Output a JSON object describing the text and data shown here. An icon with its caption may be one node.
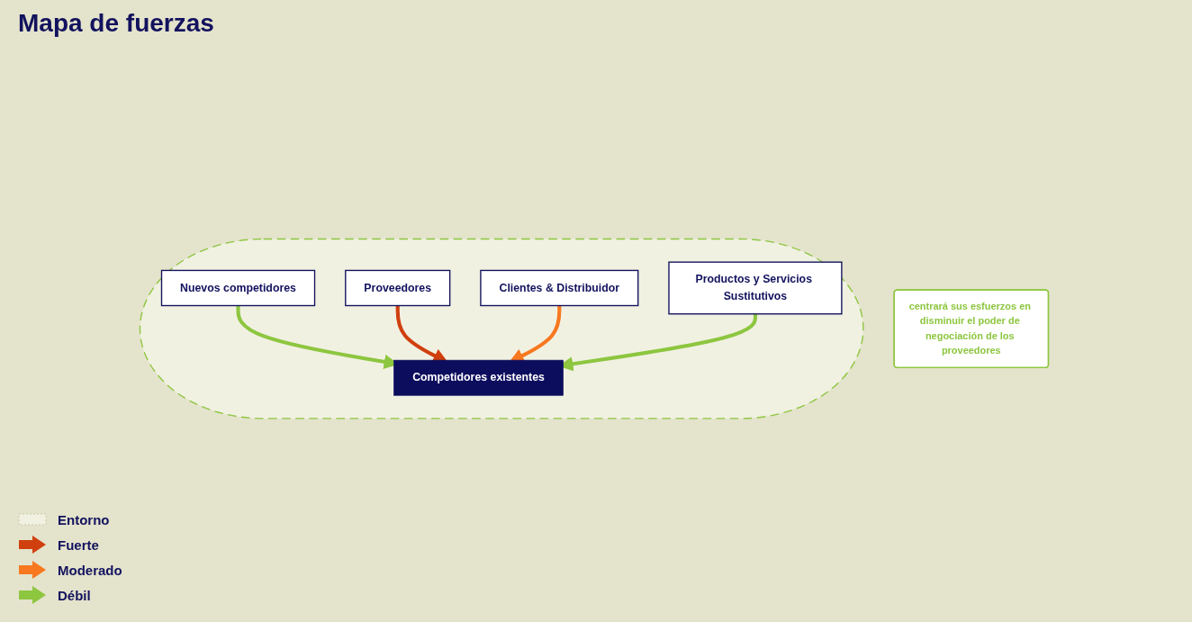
{
  "diagram": {
    "title": "Mapa de fuerzas",
    "nodes": [
      {
        "text": [
          "centrará sus esfuerzos en disminuir el poder de negociación de los proveedores"
        ]
      },
      {
        "text": [],
        "shape": "ellipse"
      },
      {
        "text": [
          "Nuevos competidores"
        ],
        "in": 1
      },
      {
        "text": [
          "Proveedores"
        ],
        "in": 1
      },
      {
        "text": [
          "Competidores existentes"
        ],
        "in": 1
      },
      {
        "text": [
          "Clientes & Distribuidor"
        ],
        "in": 1
      },
      {
        "text": [
          "Productos y Servicios Sustitutivos"
        ],
        "in": 1
      }
    ],
    "edges": [
      {
        "from": 2,
        "to": 4,
        "arrow": "to",
        "color": "#8dc63f"
      },
      {
        "from": 3,
        "to": 4,
        "arrow": "to",
        "color": "#d0400f"
      },
      {
        "from": 5,
        "to": 4,
        "arrow": "to",
        "color": "#f7781f"
      },
      {
        "from": 6,
        "to": 4,
        "arrow": "to",
        "color": "#8dc63f"
      }
    ],
    "legend": [
      {
        "text": "Entorno"
      },
      {
        "text": "Fuerte",
        "color": "#d0400f"
      },
      {
        "text": "Moderado",
        "color": "#f7781f"
      },
      {
        "text": "Débil",
        "color": "#8dc63f"
      }
    ]
  }
}
